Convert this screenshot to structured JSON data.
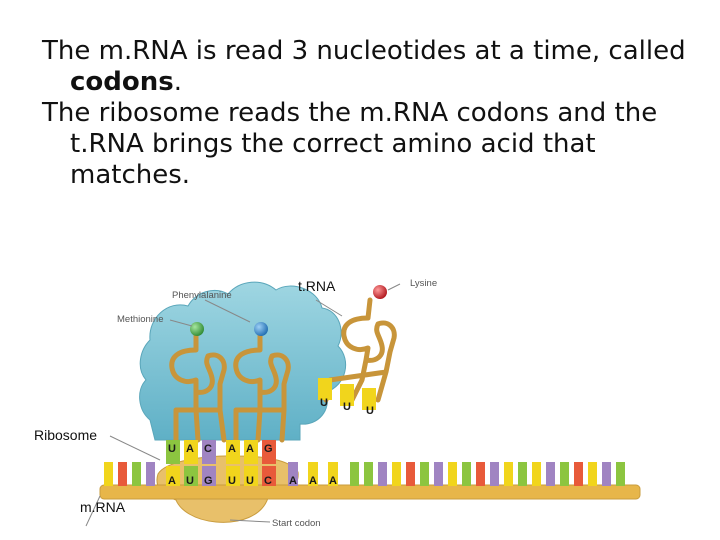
{
  "text": {
    "p1_main": "The m.RNA is read 3 nucleotides at a time, called",
    "p1_bold": "codons",
    "p1_end": ".",
    "p2": "The ribosome reads the m.RNA codons and the t.RNA brings the correct amino acid that matches."
  },
  "labels": {
    "trna": "t.RNA",
    "ribosome": "Ribosome",
    "mrna": "m.RNA",
    "phenylalanine": "Phenylalanine",
    "methionine": "Methionine",
    "lysine": "Lysine",
    "start_codon": "Start codon"
  },
  "anticodons": {
    "trna1": [
      "U",
      "A",
      "C"
    ],
    "trna2": [
      "A",
      "A",
      "G"
    ],
    "incoming": [
      "U",
      "U",
      "U"
    ]
  },
  "mrna_bases": [
    "A",
    "U",
    "G",
    "U",
    "U",
    "C",
    "A",
    "A",
    "A"
  ],
  "colors": {
    "ribosome": "#7ec8d8",
    "trna": "#c8953a",
    "amino_green": "#4cae4c",
    "amino_blue": "#3c8fd0",
    "amino_red": "#d8262c",
    "mrna_backbone": "#e7b64a",
    "base_yellow": "#f1d51c",
    "base_green": "#8cc540",
    "base_purple": "#a084c2",
    "base_red": "#e85a3a"
  }
}
